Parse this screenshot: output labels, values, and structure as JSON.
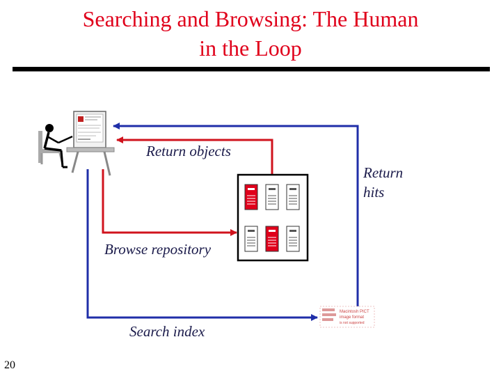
{
  "slide": {
    "title_line1": "Searching and Browsing: The Human",
    "title_line2": "in the Loop",
    "page_number": "20"
  },
  "labels": {
    "return_objects": "Return objects",
    "return_hits_line1": "Return",
    "return_hits_line2": "hits",
    "browse_repository": "Browse repository",
    "search_index": "Search index"
  },
  "placeholder_image": {
    "line1": "Macintosh PICT",
    "line2": "image format",
    "line3": "is not supported"
  },
  "colors": {
    "title": "#e0001b",
    "search_arrow": "#1f2ea8",
    "browse_arrow": "#d0131d",
    "highlighted_document": "#e0001b",
    "label_text": "#1a1a4a"
  },
  "icons": [
    "user-at-computer-icon",
    "document-icon",
    "placeholder-image-icon"
  ]
}
